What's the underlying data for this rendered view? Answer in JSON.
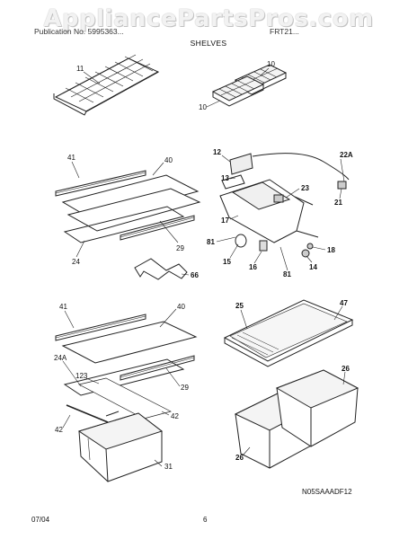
{
  "watermark": "AppliancePartsPros.com",
  "header": {
    "publication": "Publication No. 5995363...",
    "model": "FRT21...",
    "section_title": "SHELVES"
  },
  "callouts": {
    "c11": "11",
    "c10a": "10",
    "c10b": "10",
    "c41a": "41",
    "c40a": "40",
    "c29a": "29",
    "c24": "24",
    "c12": "12",
    "c13": "13",
    "c22a": "22A",
    "c23": "23",
    "c21": "21",
    "c17": "17",
    "c81a": "81",
    "c15": "15",
    "c16": "16",
    "c81b": "81",
    "c18": "18",
    "c14": "14",
    "c66": "66",
    "c41b": "41",
    "c40b": "40",
    "c24a": "24A",
    "c123": "123",
    "c29b": "29",
    "c42a": "42",
    "c42b": "42",
    "c31": "31",
    "c25": "25",
    "c47": "47",
    "c26a": "26",
    "c26b": "26"
  },
  "diagram_code": "N05SAAADF12",
  "footer": {
    "date": "07/04",
    "page": "6"
  }
}
